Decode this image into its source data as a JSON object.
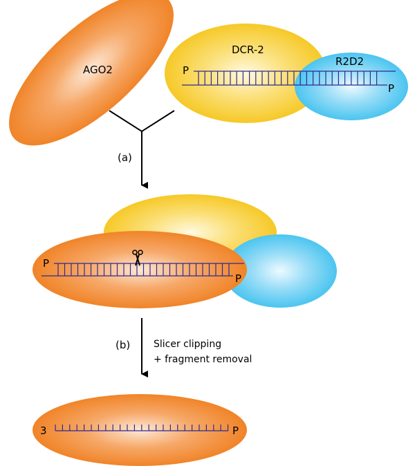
{
  "labels": {
    "ago2": "AGO2",
    "dcr2": "DCR-2",
    "r2d2": "R2D2",
    "p": "P",
    "three": "3",
    "step_a": "(a)",
    "step_b": "(b)",
    "step_b_desc_1": "Slicer clipping",
    "step_b_desc_2": "+ fragment removal"
  },
  "colors": {
    "orange": "#f07d1a",
    "yellow": "#f6c61a",
    "blue": "#3fc1ef",
    "rna": "#2e2a8f",
    "arrow": "#000000"
  },
  "icons": {
    "slicer": "scissors-icon"
  }
}
